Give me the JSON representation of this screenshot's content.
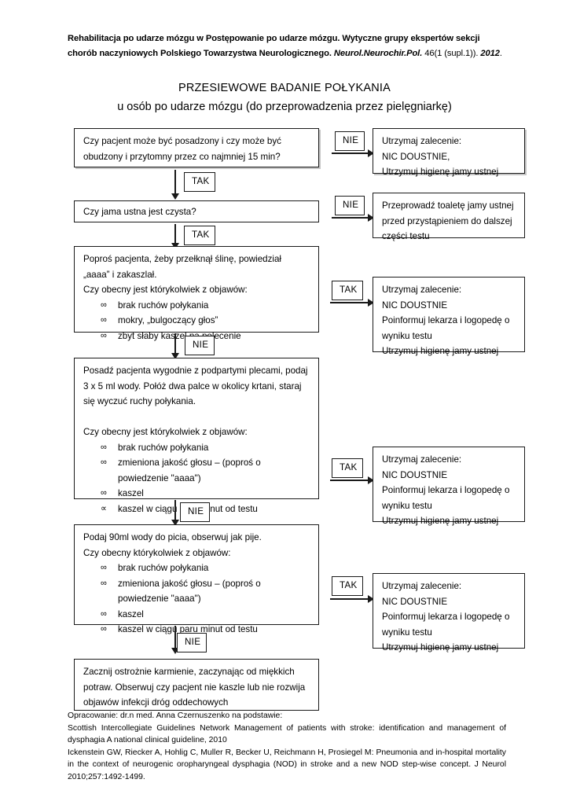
{
  "header": {
    "cite_part1": "Rehabilitacja po udarze mózgu w Postępowanie po udarze mózgu. Wytyczne grupy ekspertów sekcji chorób naczyniowych Polskiego Towarzystwa Neurologicznego.",
    "cite_journal": "Neurol.Neurochir.Pol.",
    "cite_volume": "46(1 (supl.1)).",
    "cite_year": "2012",
    "cite_end": "."
  },
  "title": {
    "line1": "PRZESIEWOWE BADANIE POŁYKANIA",
    "line2": "u osób po udarze mózgu (do przeprowadzenia przez pielęgniarkę)"
  },
  "labels": {
    "yes": "TAK",
    "no": "NIE"
  },
  "flow": {
    "step1": {
      "line1": "Czy pacjent może być posadzony i czy może być",
      "line2": "obudzony i przytomny przez co najmniej 15 min?"
    },
    "step2": {
      "line1": "Czy jama ustna jest czysta?"
    },
    "step3": {
      "line1": "Poproś pacjenta, żeby przełknął ślinę, powiedział",
      "line2": "„aaaa” i zakaszlał.",
      "line3": "Czy obecny jest którykolwiek z objawów:",
      "bullets": [
        {
          "mark": "∞",
          "text": "brak ruchów połykania"
        },
        {
          "mark": "∞",
          "text": "mokry, „bulgoczący głos”"
        },
        {
          "mark": "∞",
          "text": "zbyt słaby kaszel na polecenie"
        }
      ]
    },
    "step4": {
      "line1": "Posadź pacjenta wygodnie z podpartymi plecami, podaj",
      "line2": "3 x 5 ml wody. Połóż dwa palce w okolicy krtani, staraj",
      "line3": "się wyczuć ruchy połykania.",
      "line4": "Czy obecny jest którykolwiek z objawów:",
      "bullets": [
        {
          "mark": "∞",
          "text": "brak ruchów połykania"
        },
        {
          "mark": "∞",
          "text": "zmieniona jakość głosu – (poproś o"
        },
        {
          "mark": "",
          "text": "powiedzenie \"aaaa\")"
        },
        {
          "mark": "∞",
          "text": "kaszel"
        },
        {
          "mark": "∝",
          "text": "kaszel w ciągu paru minut od testu"
        }
      ]
    },
    "step5": {
      "line1": "Podaj 90ml wody do picia, obserwuj jak pije.",
      "line2": "Czy obecny którykolwiek z objawów:",
      "bullets": [
        {
          "mark": "∞",
          "text": "brak ruchów połykania"
        },
        {
          "mark": "∞",
          "text": "zmieniona jakość głosu – (poproś o"
        },
        {
          "mark": "",
          "text": "powiedzenie \"aaaa\")"
        },
        {
          "mark": "∞",
          "text": "kaszel"
        },
        {
          "mark": "∞",
          "text": "kaszel w ciągu paru minut od testu"
        }
      ]
    },
    "step6": {
      "line1": "Zacznij ostrożnie karmienie, zaczynając od miękkich",
      "line2": "potraw. Obserwuj czy pacjent nie kaszle lub nie rozwija",
      "line3": "objawów infekcji dróg oddechowych"
    }
  },
  "outcomes": {
    "out1": {
      "line1": "Utrzymaj zalecenie:",
      "line2": " NIC DOUSTNIE,",
      "line3": "Utrzymuj higienę jamy ustnej"
    },
    "out2": {
      "line1": "Przeprowadź toaletę jamy ustnej",
      "line2": "przed przystąpieniem do dalszej",
      "line3": "części testu"
    },
    "out3": {
      "line1": "Utrzymaj zalecenie:",
      "line2": " NIC DOUSTNIE",
      "line3": "Poinformuj lekarza i logopedę o",
      "line4": "wyniku testu",
      "line5": "Utrzymuj higienę jamy ustnej"
    },
    "out4": {
      "line1": "Utrzymaj zalecenie:",
      "line2": " NIC DOUSTNIE",
      "line3": "Poinformuj lekarza i logopedę o",
      "line4": "wyniku testu",
      "line5": "Utrzymuj higienę jamy ustnej"
    },
    "out5": {
      "line1": "Utrzymaj zalecenie:",
      "line2": " NIC DOUSTNIE",
      "line3": "Poinformuj lekarza i logopedę o",
      "line4": "wyniku testu",
      "line5": "Utrzymuj higienę jamy ustnej"
    }
  },
  "footer": {
    "author_line": "Opracowanie: dr.n med. Anna Czernuszenko na podstawie:",
    "ref1": "Scottish Intercollegiate Guidelines Network Management of patients with stroke: identification and management of dysphagia A national clinical guideline, 2010",
    "ref2": "Ickenstein GW, Riecker A, Hohlig C, Muller R, Becker U, Reichmann H, Prosiegel M: Pneumonia and in-hospital mortality in the context of neurogenic oropharyngeal dysphagia (NOD) in stroke and a new NOD step-wise concept. J Neurol 2010;257:1492-1499."
  }
}
